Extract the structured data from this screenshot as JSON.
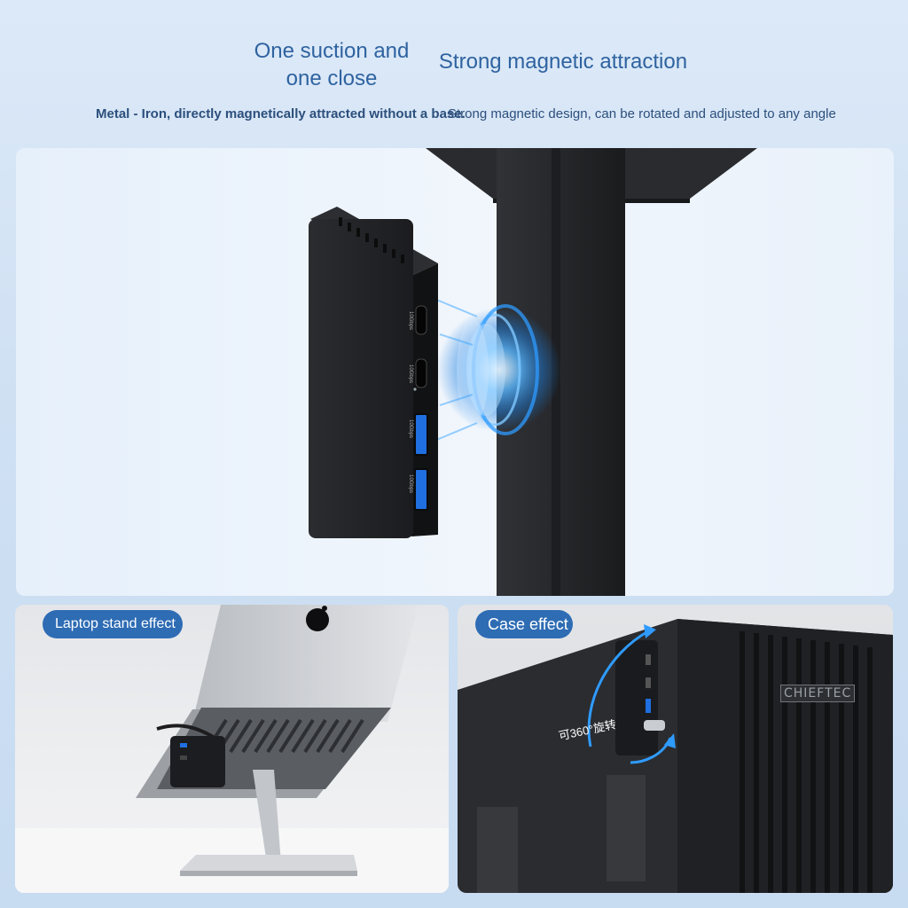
{
  "header": {
    "left_feature": {
      "title": "One suction and one close",
      "description": "Metal - Iron, directly magnetically attracted without a base."
    },
    "right_feature": {
      "title": "Strong magnetic attraction",
      "description": "Strong magnetic design, can be rotated and adjusted to any angle"
    }
  },
  "hero": {
    "port_labels": [
      "10Gbps",
      "10Gbps",
      "10Gbps",
      "10Gbps"
    ]
  },
  "laptop_panel": {
    "tag": "Laptop stand effect"
  },
  "case_panel": {
    "tag": "Case effect",
    "rotate_label": "可360°旋转",
    "brand": "CHIEFTEC"
  },
  "colors": {
    "accent": "#2e6cb4",
    "title_blue": "#2f63a0",
    "background": "#d4e4f5",
    "magnet_glow": "#2f9bff"
  }
}
